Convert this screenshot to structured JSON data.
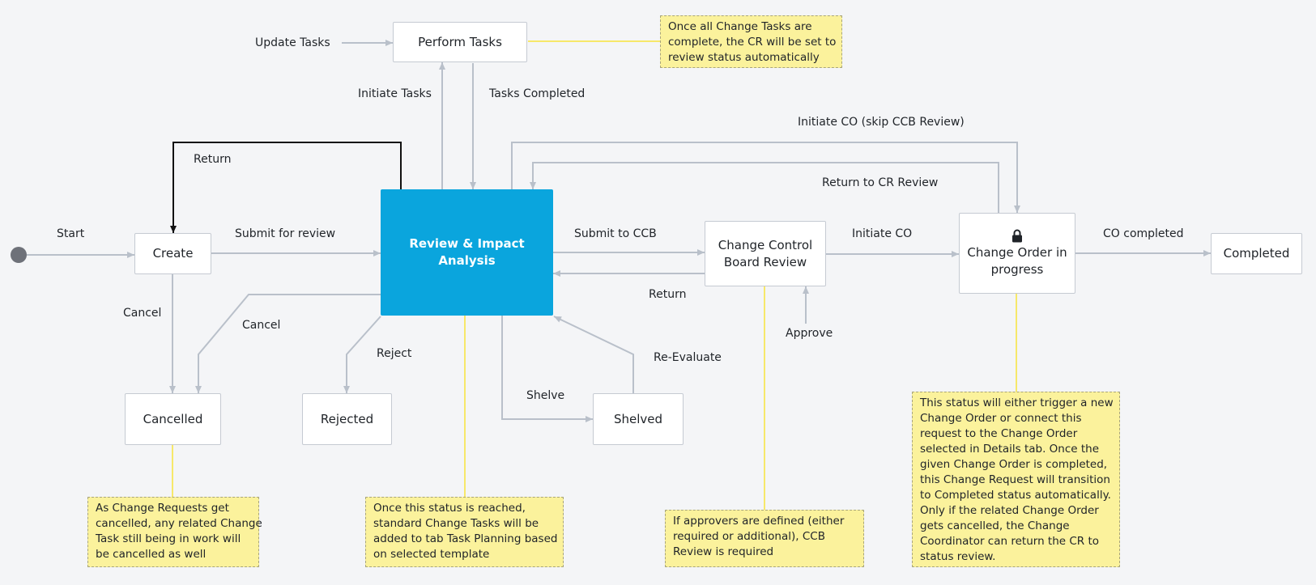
{
  "nodes": {
    "create": "Create",
    "review": "Review & Impact Analysis",
    "perform_tasks": "Perform Tasks",
    "ccb_review_line1": "Change Control",
    "ccb_review_line2": "Board Review",
    "change_order_line1": "Change Order in",
    "change_order_line2": "progress",
    "completed": "Completed",
    "cancelled": "Cancelled",
    "rejected": "Rejected",
    "shelved": "Shelved"
  },
  "transitions": {
    "start": "Start",
    "submit_for_review": "Submit for review",
    "return_to_create": "Return",
    "update_tasks": "Update Tasks",
    "initiate_tasks": "Initiate Tasks",
    "tasks_completed": "Tasks Completed",
    "initiate_co_skip": "Initiate CO (skip CCB Review)",
    "return_to_cr_review": "Return to CR Review",
    "submit_to_ccb": "Submit to CCB",
    "return_from_ccb": "Return",
    "initiate_co": "Initiate CO",
    "co_completed": "CO completed",
    "cancel_from_create": "Cancel",
    "cancel_from_review": "Cancel",
    "reject": "Reject",
    "shelve": "Shelve",
    "re_evaluate": "Re-Evaluate",
    "approve": "Approve"
  },
  "notes": {
    "perform_tasks": [
      "Once all Change Tasks are",
      "complete, the CR will be set to",
      "review status automatically"
    ],
    "cancelled": [
      "As Change Requests get",
      "cancelled, any related Change",
      "Task still being in work will",
      "be cancelled as well"
    ],
    "review": [
      "Once this status is reached,",
      "standard Change Tasks will be",
      "added to tab Task Planning based",
      "on selected template"
    ],
    "ccb": [
      "If approvers are defined (either",
      "required or additional), CCB",
      "Review is required"
    ],
    "change_order": [
      "This status will either trigger a new",
      "Change Order or connect this",
      "request to the Change Order",
      "selected in Details tab. Once the",
      "given Change Order is completed,",
      "this Change Request will transition",
      "to Completed status automatically.",
      "Only if the related Change Order",
      "gets cancelled, the Change",
      "Coordinator can return the CR to",
      "status review."
    ]
  },
  "colors": {
    "background": "#f4f5f7",
    "active_state": "#0aa5dd",
    "connector": "#b9c0ca",
    "note_fill": "#fbf29c",
    "note_link": "#f7e86a",
    "highlight_connector": "#111111",
    "start_dot": "#6e7179"
  },
  "icons": {
    "lock": "lock-icon",
    "start": "start-node-dot"
  }
}
